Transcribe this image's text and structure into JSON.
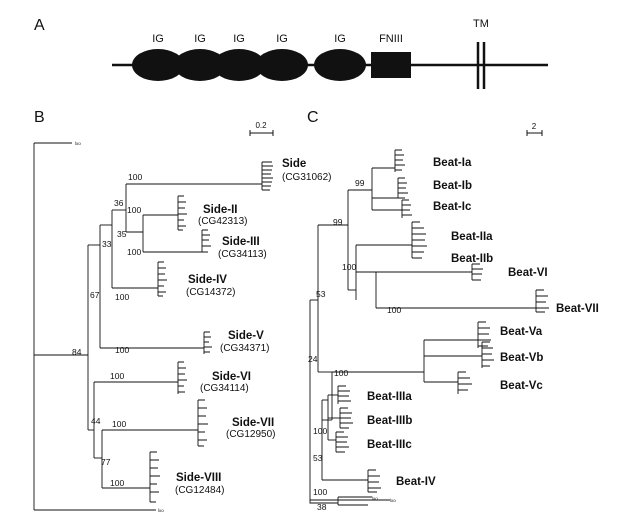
{
  "panel_labels": {
    "a": "A",
    "b": "B",
    "c": "C"
  },
  "domains": {
    "ig": "IG",
    "fniii": "FNIII",
    "tm": "TM",
    "ig_count": 5
  },
  "tree_b": {
    "scale": "0.2",
    "outgroup": "lxo",
    "groups": [
      {
        "name": "Side",
        "cg": "(CG31062)"
      },
      {
        "name": "Side-II",
        "cg": "(CG42313)"
      },
      {
        "name": "Side-III",
        "cg": "(CG34113)"
      },
      {
        "name": "Side-IV",
        "cg": "(CG14372)"
      },
      {
        "name": "Side-V",
        "cg": "(CG34371)"
      },
      {
        "name": "Side-VI",
        "cg": "(CG34114)"
      },
      {
        "name": "Side-VII",
        "cg": "(CG12950)"
      },
      {
        "name": "Side-VIII",
        "cg": "(CG12484)"
      }
    ],
    "bootstrap": [
      "100",
      "36",
      "100",
      "35",
      "100",
      "33",
      "67",
      "100",
      "100",
      "84",
      "100",
      "44",
      "100",
      "77",
      "100"
    ]
  },
  "tree_c": {
    "scale": "2",
    "outgroups": [
      "lxo",
      "lxo"
    ],
    "groups": [
      "Beat-Ia",
      "Beat-Ib",
      "Beat-Ic",
      "Beat-IIa",
      "Beat-IIb",
      "Beat-VI",
      "Beat-VII",
      "Beat-Va",
      "Beat-Vb",
      "Beat-Vc",
      "Beat-IIIa",
      "Beat-IIIb",
      "Beat-IIIc",
      "Beat-IV"
    ],
    "bootstrap": [
      "99",
      "99",
      "100",
      "100",
      "53",
      "24",
      "100",
      "100",
      "53",
      "100",
      "38"
    ]
  }
}
